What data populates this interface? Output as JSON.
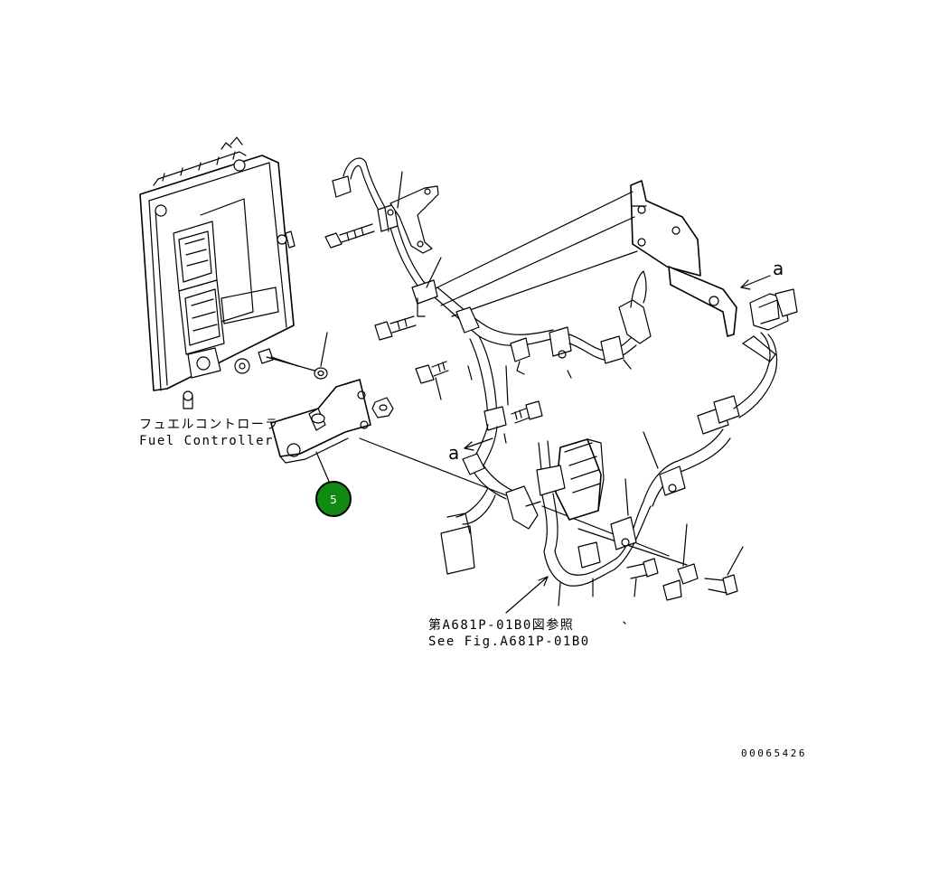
{
  "labels": {
    "fuel_controller_jp": "フュエルコントローラ",
    "fuel_controller_en": "Fuel Controller",
    "see_fig_jp": "第A681P-01B0図参照",
    "see_fig_en": "See Fig.A681P-01B0",
    "view_a_top": "a",
    "view_a_mid": "a",
    "drawing_number": "00065426"
  },
  "callouts": [
    {
      "number": "5",
      "color": "#118a11"
    }
  ]
}
